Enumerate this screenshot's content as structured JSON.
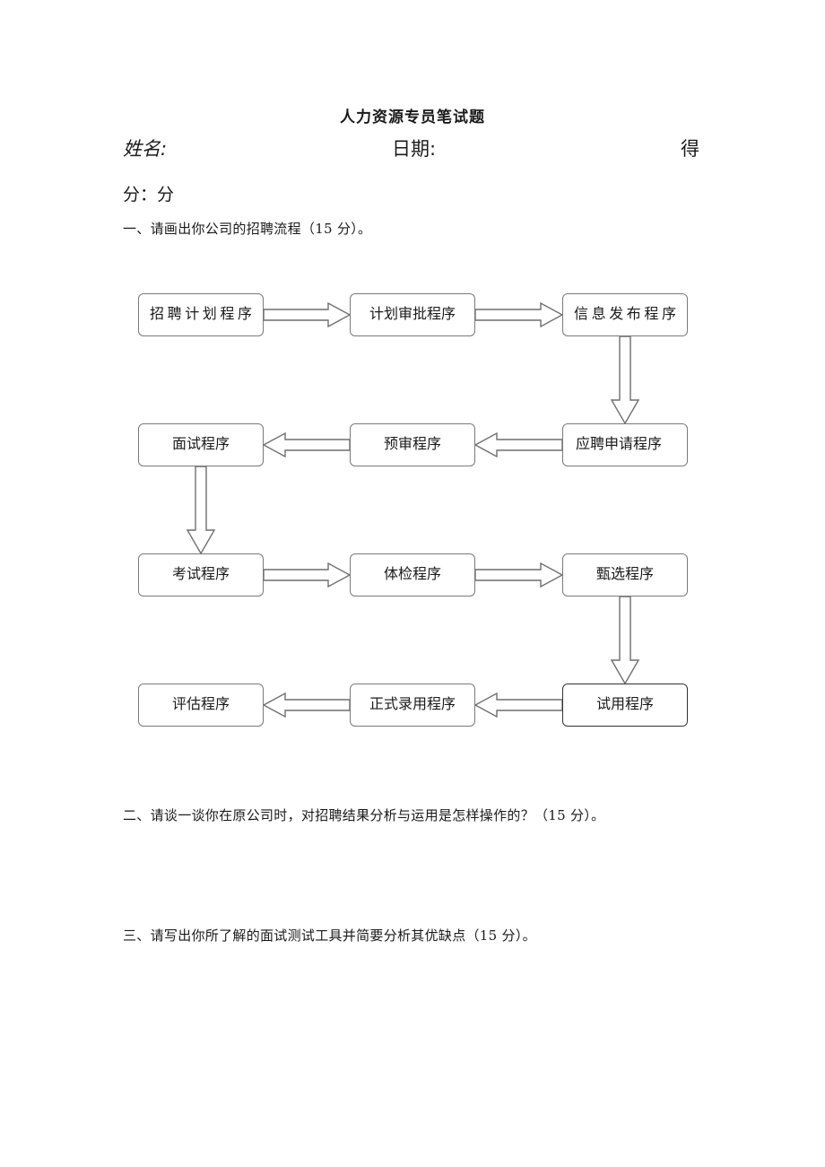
{
  "document": {
    "title": "人力资源专员笔试题",
    "fields": {
      "name_label": "姓名:",
      "date_label": "日期:",
      "score_label_part1": "得",
      "score_label_part2": "分：分"
    },
    "questions": [
      {
        "text": "一、请画出你公司的招聘流程（15 分）。"
      },
      {
        "text": "二、请谈一谈你在原公司时，对招聘结果分析与运用是怎样操作的？（15 分）。"
      },
      {
        "text": "三、请写出你所了解的面试测试工具并简要分析其优缺点（15 分）。"
      }
    ]
  },
  "flowchart": {
    "steps": [
      {
        "label": "招聘计划程序"
      },
      {
        "label": "计划审批程序"
      },
      {
        "label": "信息发布程序"
      },
      {
        "label": "应聘申请程序"
      },
      {
        "label": "预审程序"
      },
      {
        "label": "面试程序"
      },
      {
        "label": "考试程序"
      },
      {
        "label": "体检程序"
      },
      {
        "label": "甄选程序"
      },
      {
        "label": "试用程序"
      },
      {
        "label": "正式录用程序"
      },
      {
        "label": "评估程序"
      }
    ]
  }
}
